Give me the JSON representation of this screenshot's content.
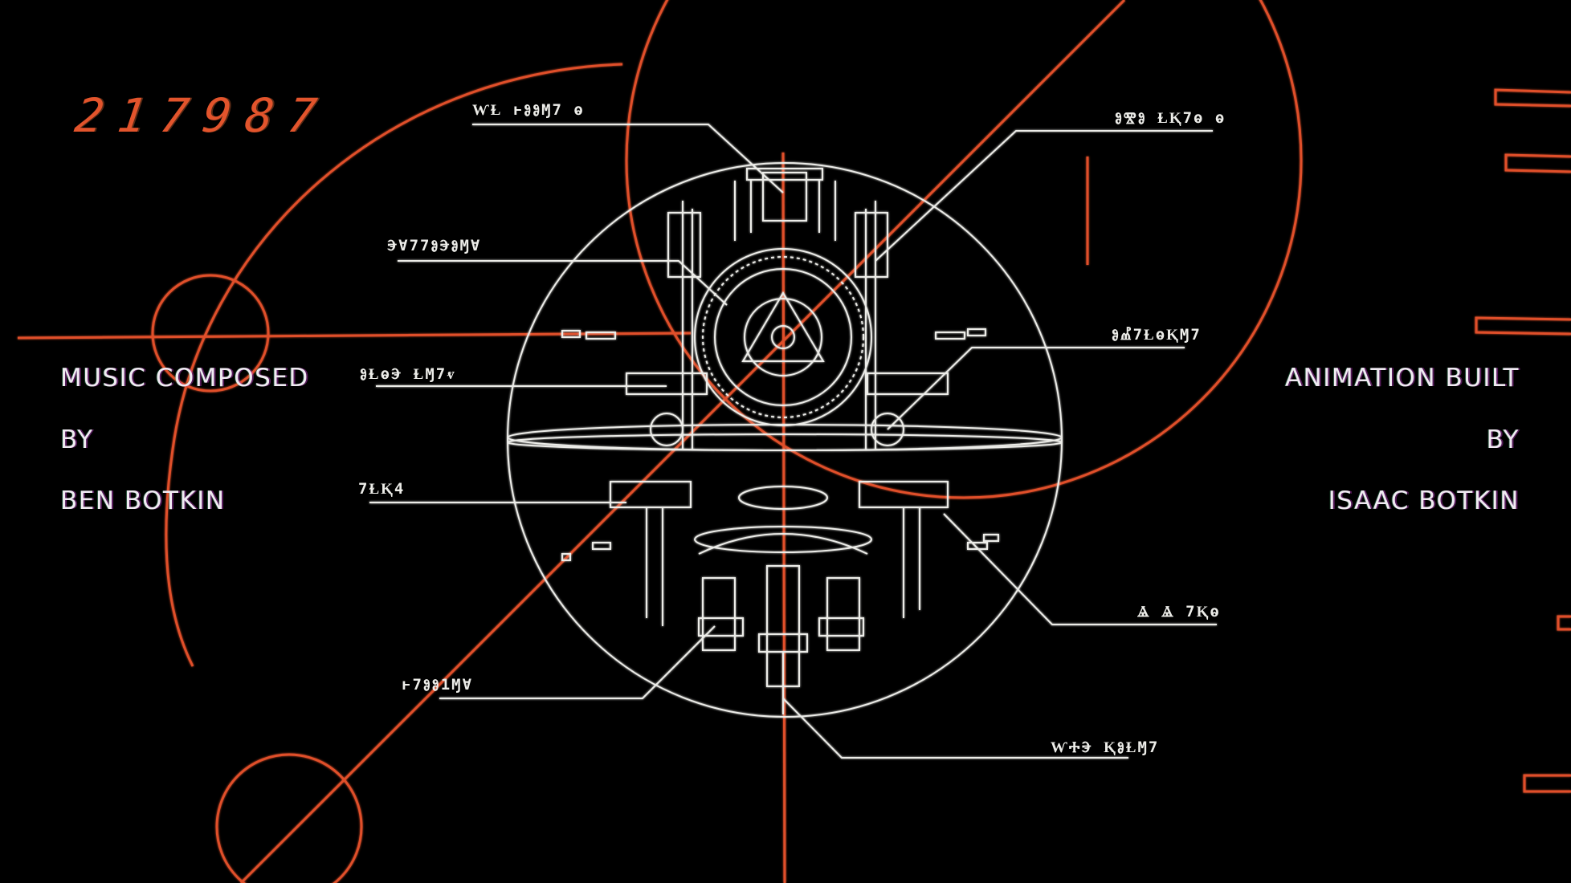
{
  "counter": "217987",
  "credits": {
    "left": {
      "line1": "MUSIC COMPOSED",
      "line2": "BY",
      "line3": "BEN BOTKIN"
    },
    "right": {
      "line1": "ANIMATION BUILT",
      "line2": "BY",
      "line3": "ISAAC BOTKIN"
    }
  },
  "callouts": [
    "ⱲⱢ ⱶⰑⰑⱮ7 ⱺ",
    "ⰑⰊⰑ ⱢⱩ7ⱺ ⱺ",
    "ⰅⱯ77ⰑⰅⰑⱮⱯ",
    "ⰑⰌ7ⱢⱺⱩⱮ7",
    "ⰑⱢⱺⰅ ⱢⱮ7ⱴ",
    "7ⱢⱩ4",
    "Ⱑ Ⱑ 7Ⱪⱺ",
    "ⱶ7ⰑⰑ1ⱮⱯ",
    "ⱲⰀⰅ ⱩⰑⱢⱮ7"
  ],
  "colors": {
    "orange": "#e0502a",
    "white": "#ecece8",
    "text": "#f0eaf2"
  }
}
